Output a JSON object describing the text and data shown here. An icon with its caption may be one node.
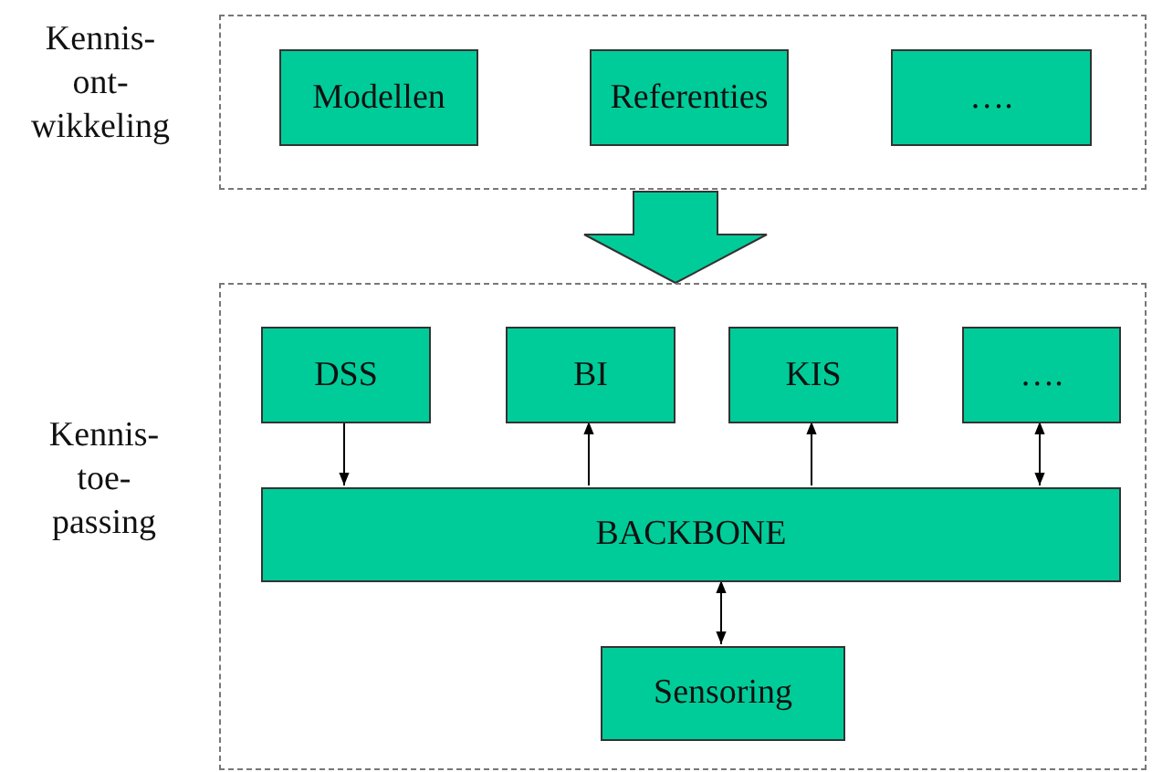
{
  "diagram": {
    "nodes": [
      {
        "text": [
          "Kennis- ont- wikkeling"
        ]
      },
      {
        "text": [
          "Modellen"
        ],
        "in": 0
      },
      {
        "text": [
          "Referenties"
        ],
        "in": 0
      },
      {
        "text": [
          "…."
        ],
        "in": 0
      },
      {
        "text": [
          "Kennis- toe- passing"
        ]
      },
      {
        "text": [
          "DSS"
        ],
        "in": 4
      },
      {
        "text": [
          "BI"
        ],
        "in": 4
      },
      {
        "text": [
          "KIS"
        ],
        "in": 4
      },
      {
        "text": [
          "…."
        ],
        "in": 4
      },
      {
        "text": [
          "BACKBONE"
        ],
        "in": 4
      },
      {
        "text": [
          "Sensoring"
        ],
        "in": 4
      }
    ],
    "edges": [
      {
        "from": 0,
        "to": 4,
        "arrow": "to",
        "style": "thick"
      },
      {
        "from": 5,
        "to": 9,
        "arrow": "to"
      },
      {
        "from": 9,
        "to": 6,
        "arrow": "to"
      },
      {
        "from": 9,
        "to": 7,
        "arrow": "to"
      },
      {
        "from": 8,
        "to": 9,
        "arrow": "both"
      },
      {
        "from": 9,
        "to": 10,
        "arrow": "both"
      }
    ]
  }
}
